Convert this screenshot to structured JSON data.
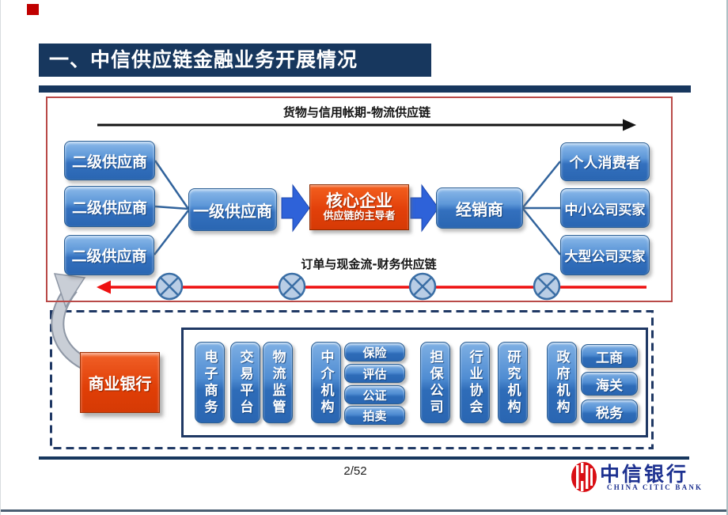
{
  "title": {
    "text": "一、中信供应链金融业务开展情况"
  },
  "diagram": {
    "top_flow_label": "货物与信用帐期-物流供应链",
    "bottom_flow_label": "订单与现金流-财务供应链",
    "suppliers_tier2": [
      "二级供应商",
      "二级供应商",
      "二级供应商"
    ],
    "supplier_tier1": "一级供应商",
    "core": {
      "title": "核心企业",
      "subtitle": "供应链的主导者"
    },
    "dealer": "经销商",
    "buyers": [
      "个人消费者",
      "中小公司买家",
      "大型公司买家"
    ]
  },
  "lower": {
    "bank": "商业银行",
    "service_pills": [
      "电子商务",
      "交易平台",
      "物流监管",
      "中介机构"
    ],
    "intermediary_subs": [
      "保险",
      "评估",
      "公证",
      "拍卖"
    ],
    "org_pills": [
      "担保公司",
      "行业协会",
      "研究机构",
      "政府机构"
    ],
    "government_subs": [
      "工商",
      "海关",
      "税务"
    ]
  },
  "footer": {
    "page_number": "2/52",
    "logo_cn": "中信银行",
    "logo_en": "CHINA CITIC BANK"
  },
  "colors": {
    "title_navy": "#17375E",
    "frame_red": "#B94A48",
    "box_blue": "#2A66B2",
    "core_orange": "#E2400A",
    "flow_arrow_red": "#EE1111",
    "accent_red": "#C00000",
    "logo_blue": "#1D3190",
    "logo_red": "#D90F15"
  }
}
